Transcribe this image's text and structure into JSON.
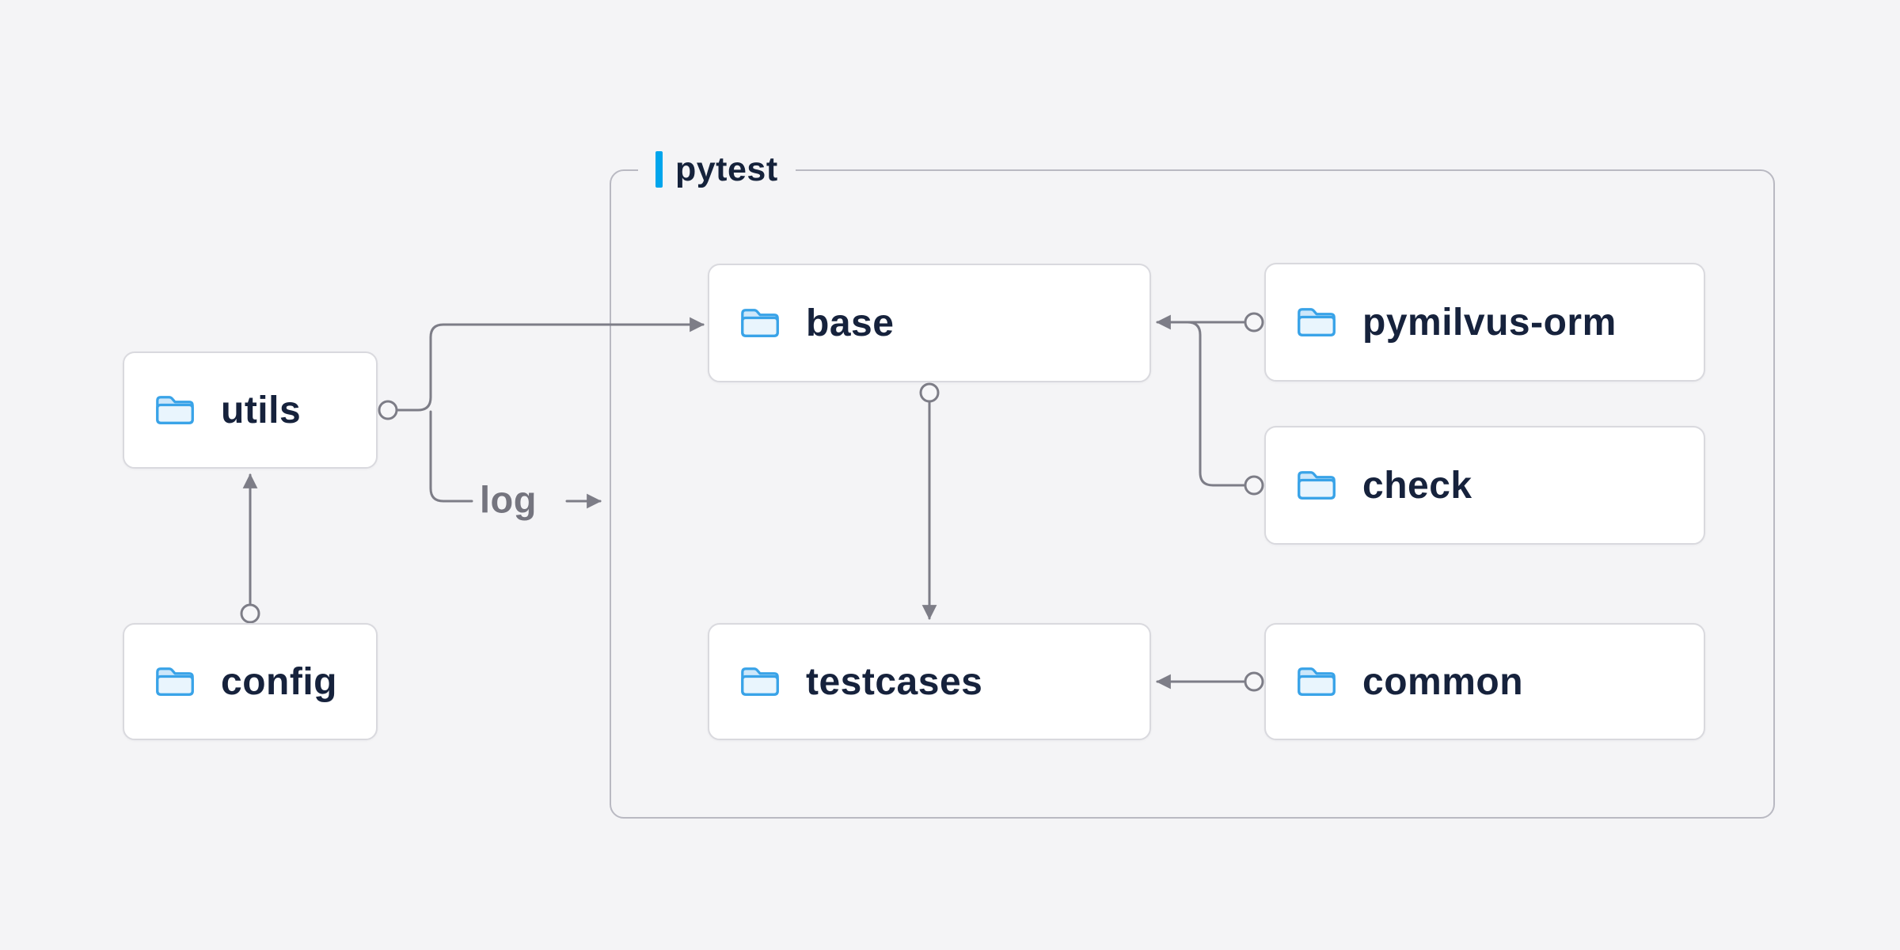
{
  "diagram": {
    "group": {
      "label": "pytest"
    },
    "nodes": [
      {
        "id": "utils",
        "label": "utils",
        "icon": "folder-icon",
        "group": null
      },
      {
        "id": "config",
        "label": "config",
        "icon": "folder-icon",
        "group": null
      },
      {
        "id": "base",
        "label": "base",
        "icon": "folder-icon",
        "group": "pytest"
      },
      {
        "id": "pymilvus-orm",
        "label": "pymilvus-orm",
        "icon": "folder-icon",
        "group": "pytest"
      },
      {
        "id": "check",
        "label": "check",
        "icon": "folder-icon",
        "group": "pytest"
      },
      {
        "id": "testcases",
        "label": "testcases",
        "icon": "folder-icon",
        "group": "pytest"
      },
      {
        "id": "common",
        "label": "common",
        "icon": "folder-icon",
        "group": "pytest"
      }
    ],
    "edges": [
      {
        "from": "config",
        "to": "utils",
        "label": ""
      },
      {
        "from": "utils",
        "to": "base",
        "label": ""
      },
      {
        "from": "utils",
        "to": "pytest",
        "label": "log"
      },
      {
        "from": "pymilvus-orm",
        "to": "base",
        "label": ""
      },
      {
        "from": "check",
        "to": "base",
        "label": ""
      },
      {
        "from": "base",
        "to": "testcases",
        "label": ""
      },
      {
        "from": "common",
        "to": "testcases",
        "label": ""
      }
    ],
    "colors": {
      "background": "#f4f4f6",
      "node_border": "#d9d9de",
      "node_text": "#16223c",
      "group_border": "#b9b9c2",
      "connector": "#7d7d87",
      "accent": "#00a5ec",
      "folder_fill": "#cde7fa",
      "folder_stroke": "#39a3e8",
      "edge_label_text": "#74747e"
    }
  }
}
